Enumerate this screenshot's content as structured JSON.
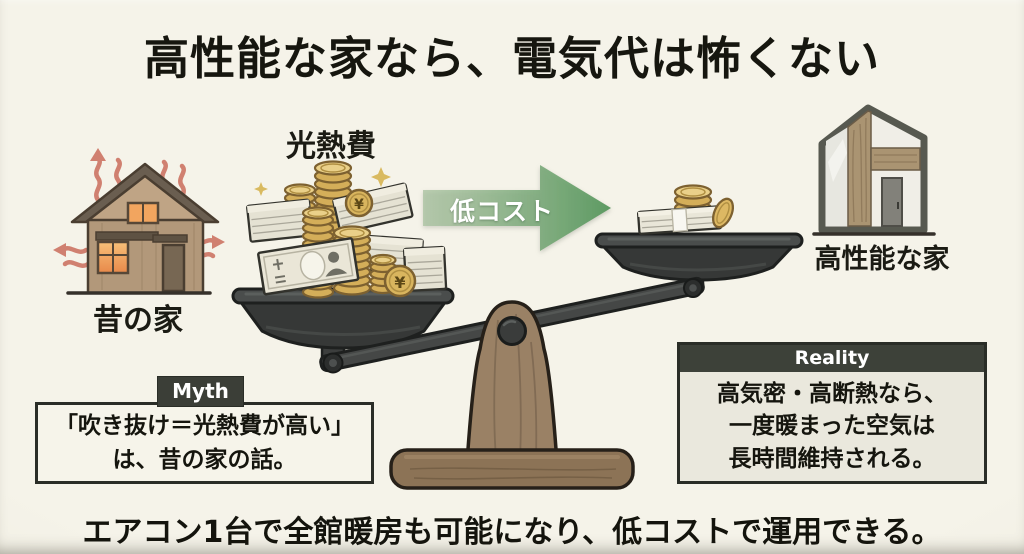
{
  "title": "高性能な家なら、電気代は怖くない",
  "old_house": {
    "label": "昔の家"
  },
  "money_pile": {
    "label": "光熱費",
    "currency_symbol": "¥"
  },
  "arrow": {
    "label": "低コスト"
  },
  "modern_house": {
    "label": "高性能な家"
  },
  "myth_box": {
    "tag": "Myth",
    "lines": [
      "「吹き抜け＝光熱費が高い」",
      "は、昔の家の話。"
    ]
  },
  "reality_box": {
    "tag": "Reality",
    "lines": [
      "高気密・高断熱なら、",
      "一度暖まった空気は",
      "長時間維持される。"
    ]
  },
  "footer": "エアコン1台で全館暖房も可能になり、低コストで運用できる。",
  "icons": {
    "old_house": "old-house-icon",
    "heat_waves": "heat-waves-icon",
    "money_pile": "money-pile-icon",
    "balance_scale": "balance-scale-icon",
    "small_money": "small-money-icon",
    "low_cost_arrow": "arrow-right-icon",
    "modern_house": "modern-house-icon",
    "sparkles": "sparkle-icon"
  },
  "colors": {
    "background": "#f2f0e5",
    "text": "#16160f",
    "arrow_green": "#5d9a62",
    "heat_wave_red": "#d08070",
    "old_house_wood": "#b2987a",
    "scale_metal": "#3c3e3d",
    "fulcrum_wood": "#9a8165",
    "coin_gold": "#d4ae59",
    "box_header_dark": "#3d4139",
    "box_background": "#f6f4ea"
  }
}
